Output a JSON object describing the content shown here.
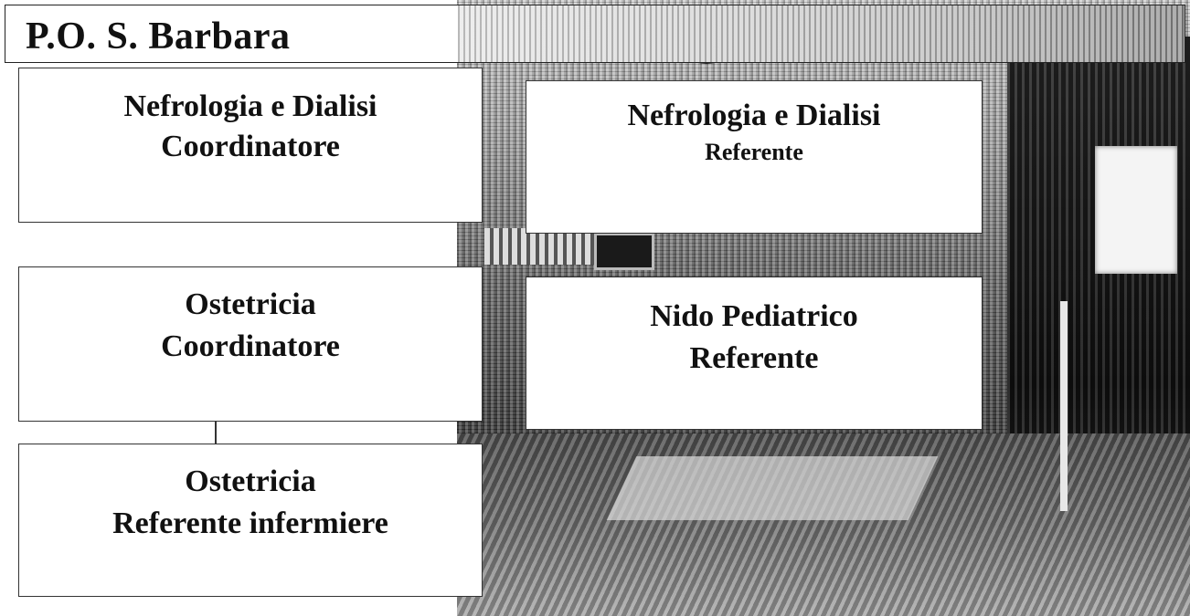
{
  "title": "P.O. S. Barbara",
  "boxes": {
    "nefrologia_coordinatore": {
      "line1": "Nefrologia e Dialisi",
      "line2": "Coordinatore"
    },
    "nefrologia_referente": {
      "line1": "Nefrologia e Dialisi",
      "line2": "Referente"
    },
    "ostetricia_coordinatore": {
      "line1": "Ostetricia",
      "line2": "Coordinatore"
    },
    "nido_referente": {
      "line1": "Nido Pediatrico",
      "line2": "Referente"
    },
    "ostetricia_referente": {
      "line1": "Ostetricia",
      "line2": "Referente infermiere"
    }
  },
  "connections": [
    {
      "from": "ostetricia_coordinatore",
      "to": "ostetricia_referente"
    }
  ],
  "background": "photograph of hospital ward (grayscale)"
}
